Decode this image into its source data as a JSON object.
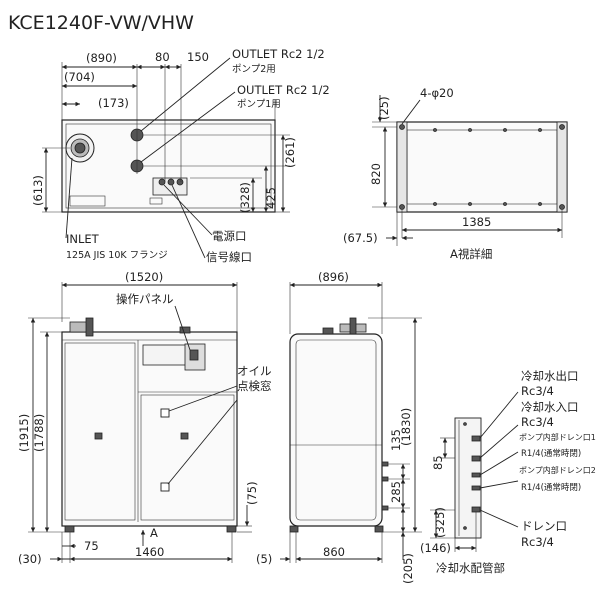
{
  "title": "KCE1240F-VW/VHW",
  "top_view": {
    "dims": {
      "d890": "(890)",
      "d704": "(704)",
      "d173": "(173)",
      "d80": "80",
      "d150": "150",
      "d613": "(613)",
      "d261": "(261)",
      "d328": "(328)",
      "d425": "425"
    },
    "outlet2": "OUTLET Rc2 1/2",
    "outlet2_sub": "ポンプ2用",
    "outlet1": "OUTLET Rc2 1/2",
    "outlet1_sub": "ポンプ1用",
    "inlet": "INLET",
    "inlet_sub": "125A JIS 10K フランジ",
    "power_port": "電源口",
    "signal_port": "信号線口"
  },
  "detail_a": {
    "d25": "(25)",
    "holes": "4-φ20",
    "d820": "820",
    "d1385": "1385",
    "d67_5": "(67.5)",
    "caption": "A視詳細"
  },
  "front_view": {
    "d1520": "(1520)",
    "operation_panel": "操作パネル",
    "oil_window_1": "オイル",
    "oil_window_2": "点検窓",
    "d1915": "(1915)",
    "d1788": "(1788)",
    "d75v": "(75)",
    "d30": "(30)",
    "d75": "75",
    "arrow_a": "A",
    "d1460": "1460"
  },
  "side_view": {
    "d896": "(896)",
    "d135": "135",
    "d1830": "(1830)",
    "d285": "285",
    "d5": "(5)",
    "d860": "860",
    "d205": "(205)"
  },
  "piping": {
    "out_label": "冷却水出口",
    "out_size": "Rc3/4",
    "in_label": "冷却水入口",
    "in_size": "Rc3/4",
    "drain1_label": "ポンプ内部ドレン口1",
    "drain1_size": "R1/4(通常時閉)",
    "drain2_label": "ポンプ内部ドレン口2",
    "drain2_size": "R1/4(通常時閉)",
    "drain_label": "ドレン口",
    "drain_size": "Rc3/4",
    "d85": "85",
    "d325": "(325)",
    "d146": "(146)",
    "caption": "冷却水配管部"
  }
}
